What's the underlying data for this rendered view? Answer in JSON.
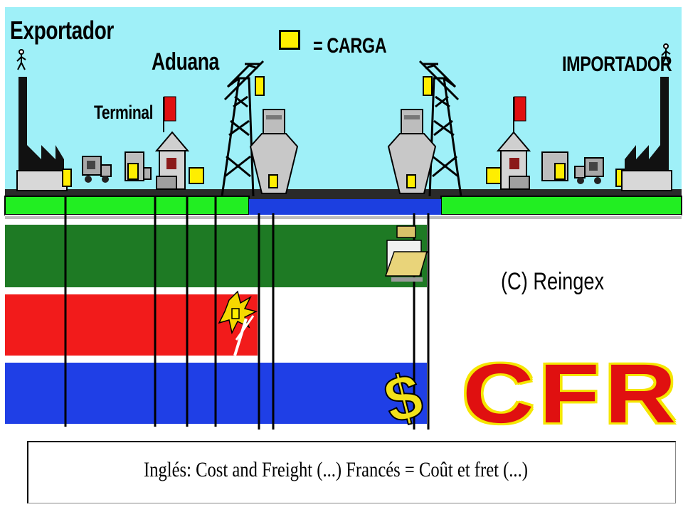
{
  "labels": {
    "exporter": "Exportador",
    "customs": "Aduana",
    "terminal": "Terminal",
    "importer": "IMPORTADOR",
    "cargo_legend": "= CARGA",
    "copyright": "(C) Reingex",
    "term": "CFR",
    "caption": "Inglés: Cost and Freight (...) Francés = Coût et fret (...)"
  },
  "colors": {
    "sky": "#9ff0f8",
    "ground": "#22ee22",
    "sea": "#1c3fe0",
    "cargo": "#ffee00",
    "band_costs": "#1e7a24",
    "band_risk": "#f21b1b",
    "band_payment": "#1f3fe6",
    "term_fill": "#e01010",
    "term_outline": "#f5e600"
  },
  "icons": [
    "walking-person-icon",
    "factory-icon",
    "truck-icon",
    "warehouse-icon",
    "flag-icon",
    "crane-icon",
    "ship-icon",
    "documents-folder-icon",
    "explosion-icon",
    "dollar-sign-icon"
  ]
}
